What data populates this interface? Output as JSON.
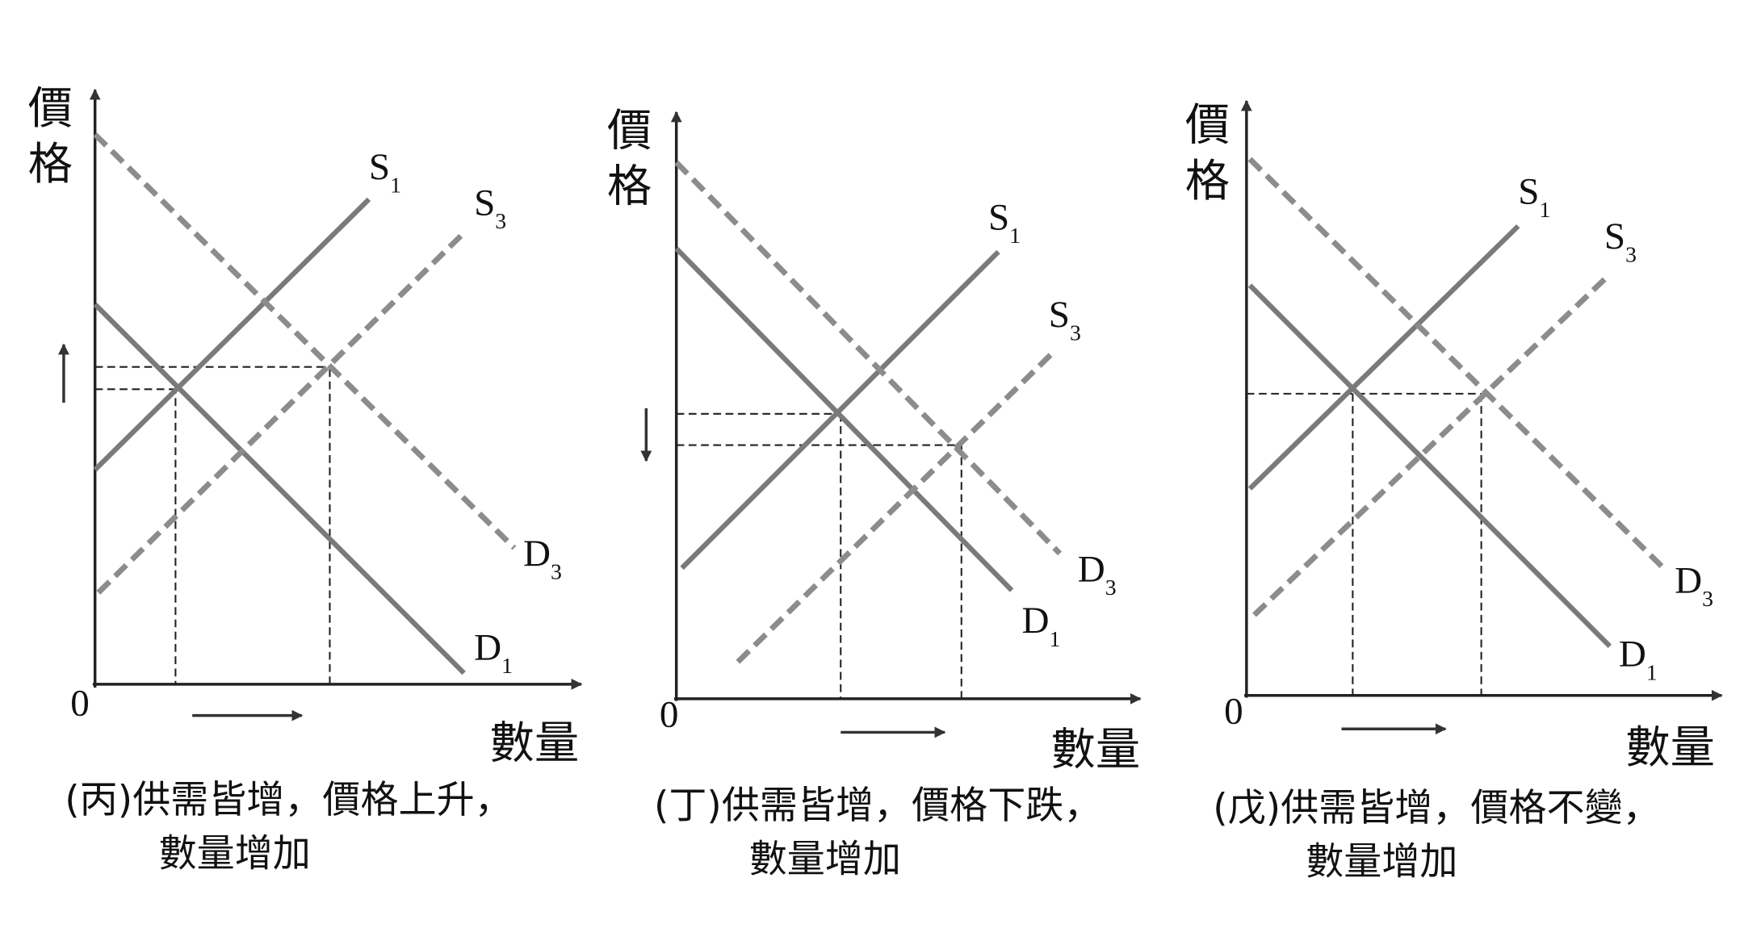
{
  "colors": {
    "curve": "#7a7a7a",
    "dashed_curve": "#8c8c8c",
    "axis": "#222222",
    "guide": "#222222"
  },
  "panels": [
    {
      "id": "bing",
      "axis_y_label": [
        "價",
        "格"
      ],
      "axis_x_label": "數量",
      "origin": "0",
      "curves": {
        "S1": {
          "letter": "S",
          "sub": "1"
        },
        "S3": {
          "letter": "S",
          "sub": "3"
        },
        "D1": {
          "letter": "D",
          "sub": "1"
        },
        "D3": {
          "letter": "D",
          "sub": "3"
        }
      },
      "price_arrow": "up",
      "quantity_arrow": "right",
      "caption_line1": "(丙)供需皆增，價格上升，",
      "caption_line2": "數量增加"
    },
    {
      "id": "ding",
      "axis_y_label": [
        "價",
        "格"
      ],
      "axis_x_label": "數量",
      "origin": "0",
      "curves": {
        "S1": {
          "letter": "S",
          "sub": "1"
        },
        "S3": {
          "letter": "S",
          "sub": "3"
        },
        "D1": {
          "letter": "D",
          "sub": "1"
        },
        "D3": {
          "letter": "D",
          "sub": "3"
        }
      },
      "price_arrow": "down",
      "quantity_arrow": "right",
      "caption_line1": "(丁)供需皆增，價格下跌，",
      "caption_line2": "數量增加"
    },
    {
      "id": "wu",
      "axis_y_label": [
        "價",
        "格"
      ],
      "axis_x_label": "數量",
      "origin": "0",
      "curves": {
        "S1": {
          "letter": "S",
          "sub": "1"
        },
        "S3": {
          "letter": "S",
          "sub": "3"
        },
        "D1": {
          "letter": "D",
          "sub": "1"
        },
        "D3": {
          "letter": "D",
          "sub": "3"
        }
      },
      "price_arrow": "none",
      "quantity_arrow": "right",
      "caption_line1": "(戊)供需皆增，價格不變，",
      "caption_line2": "數量增加"
    }
  ]
}
